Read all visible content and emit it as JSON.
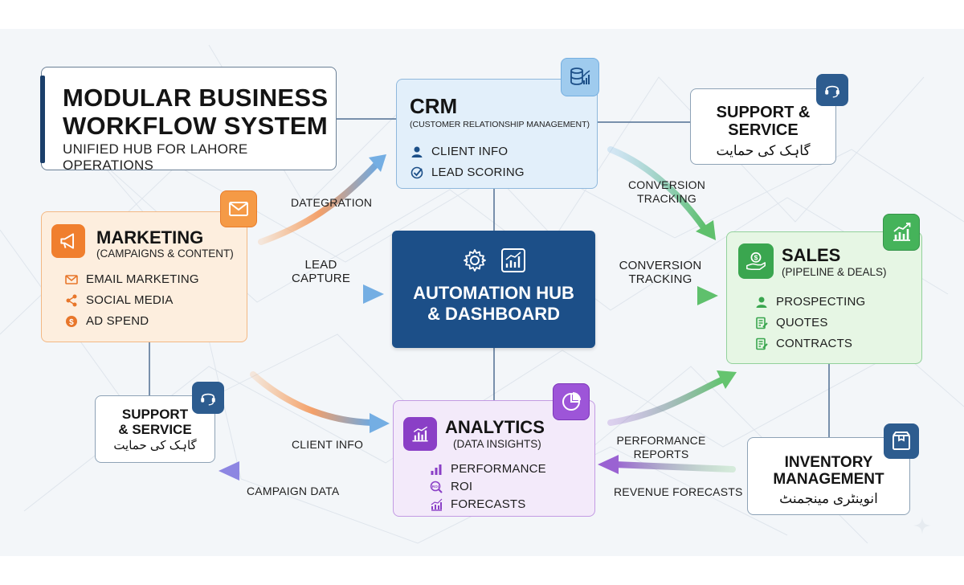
{
  "header": {
    "title_line1": "MODULAR BUSINESS",
    "title_line2": "WORKFLOW SYSTEM",
    "subtitle": "UNIFIED HUB FOR LAHORE OPERATIONS"
  },
  "crm": {
    "title": "CRM",
    "subtitle": "(CUSTOMER RELATIONSHIP MANAGEMENT)",
    "items": [
      "CLIENT INFO",
      "LEAD SCORING"
    ],
    "icon": "database-chart-icon"
  },
  "support_top": {
    "title_line1": "SUPPORT &",
    "title_line2": "SERVICE",
    "urdu": "گاہک کی حمایت",
    "icon": "headset-icon"
  },
  "marketing": {
    "title": "MARKETING",
    "subtitle": "(CAMPAIGNS & CONTENT)",
    "items": [
      "EMAIL MARKETING",
      "SOCIAL MEDIA",
      "AD SPEND"
    ],
    "icon": "megaphone-icon",
    "badge_icon": "envelope-icon"
  },
  "hub": {
    "line1": "AUTOMATION HUB",
    "line2": "& DASHBOARD",
    "icons": [
      "gear-icon",
      "chart-icon"
    ]
  },
  "sales": {
    "title": "SALES",
    "subtitle": "(PIPELINE & DEALS)",
    "items": [
      "PROSPECTING",
      "QUOTES",
      "CONTRACTS"
    ],
    "icon": "money-hand-icon",
    "badge_icon": "growth-chart-icon"
  },
  "support_left": {
    "title_line1": "SUPPORT",
    "title_line2": "& SERVICE",
    "urdu": "گاہک کی حمایت",
    "icon": "headset-icon"
  },
  "analytics": {
    "title": "ANALYTICS",
    "subtitle": "(DATA INSIGHTS)",
    "items": [
      "PERFORMANCE",
      "ROI",
      "FORECASTS"
    ],
    "icon": "bar-chart-icon",
    "badge_icon": "pie-chart-icon"
  },
  "inventory": {
    "title_line1": "INVENTORY",
    "title_line2": "MANAGEMENT",
    "urdu": "انوینٹری مینجمنٹ",
    "icon": "box-icon"
  },
  "flows": {
    "dategration": "DATEGRATION",
    "lead_capture_1": "LEAD",
    "lead_capture_2": "CAPTURE",
    "conv_top_1": "CONVERSION",
    "conv_top_2": "TRACKING",
    "conv_mid_1": "CONVERSION",
    "conv_mid_2": "TRACKING",
    "client_info": "CLIENT INFO",
    "campaign_data": "CAMPAIGN DATA",
    "perf_reports_1": "PERFORMANCE",
    "perf_reports_2": "REPORTS",
    "revenue_forecasts": "REVENUE FORECASTS"
  },
  "colors": {
    "hub": "#1c4f88",
    "marketing": "#f07f2e",
    "sales": "#3aa64f",
    "analytics": "#8a3fc6",
    "crm": "#4d9ad8",
    "support": "#2d5c8f"
  }
}
